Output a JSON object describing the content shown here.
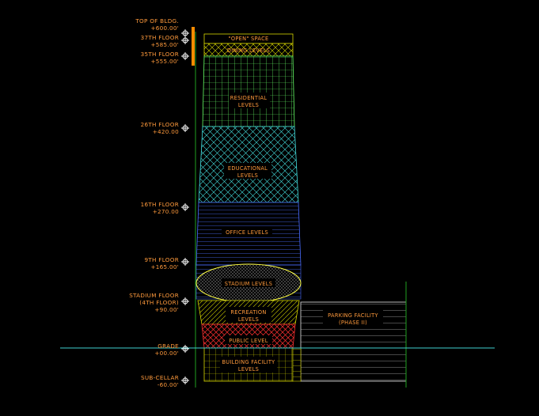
{
  "levels": [
    {
      "id": "top",
      "line1": "TOP OF BLDG.",
      "line2": "+600.00'"
    },
    {
      "id": "f37",
      "line1": "37TH FLOOR",
      "line2": "+585.00'"
    },
    {
      "id": "f35",
      "line1": "35TH FLOOR",
      "line2": "+555.00'"
    },
    {
      "id": "f26",
      "line1": "26TH FLOOR",
      "line2": "+420.00"
    },
    {
      "id": "f16",
      "line1": "16TH FLOOR",
      "line2": "+270.00"
    },
    {
      "id": "f9",
      "line1": "9TH FLOOR",
      "line2": "+165.00'"
    },
    {
      "id": "stadium",
      "line1": "STADIUM FLOOR",
      "line2": "(4TH FLOOR)",
      "line3": "+90.00'"
    },
    {
      "id": "grade",
      "line1": "GRADE",
      "line2": "+00.00'"
    },
    {
      "id": "subcellar",
      "line1": "SUB-CELLAR",
      "line2": "-60.00'"
    }
  ],
  "zones": {
    "open_space": "\"OPEN\" SPACE",
    "dining": "DINING LEVELS",
    "residential_1": "RESIDENTIAL",
    "residential_2": "LEVELS",
    "educational_1": "EDUCATIONAL",
    "educational_2": "LEVELS",
    "office": "OFFICE LEVELS",
    "stadium": "STADIUM LEVELS",
    "recreation_1": "RECREATION",
    "recreation_2": "LEVELS",
    "public": "PUBLIC LEVEL",
    "building_facility_1": "BUILDING FACILITY",
    "building_facility_2": "LEVELS",
    "parking_1": "PARKING FACILITY",
    "parking_2": "(PHASE II)"
  },
  "colors": {
    "background": "#000000",
    "label_text": "#ff9a3c",
    "marker": "#ffffff",
    "building_outline": "#ffff44",
    "hatch_yellow": "#d8d800",
    "hatch_green": "#66ff66",
    "hatch_cyan": "#44e0e0",
    "hatch_blue": "#4a6cff",
    "hatch_red": "#ff3030",
    "axis_green": "#1fa01f",
    "grade_line": "#3fd0d0",
    "orange_bar": "#ff8c00"
  }
}
